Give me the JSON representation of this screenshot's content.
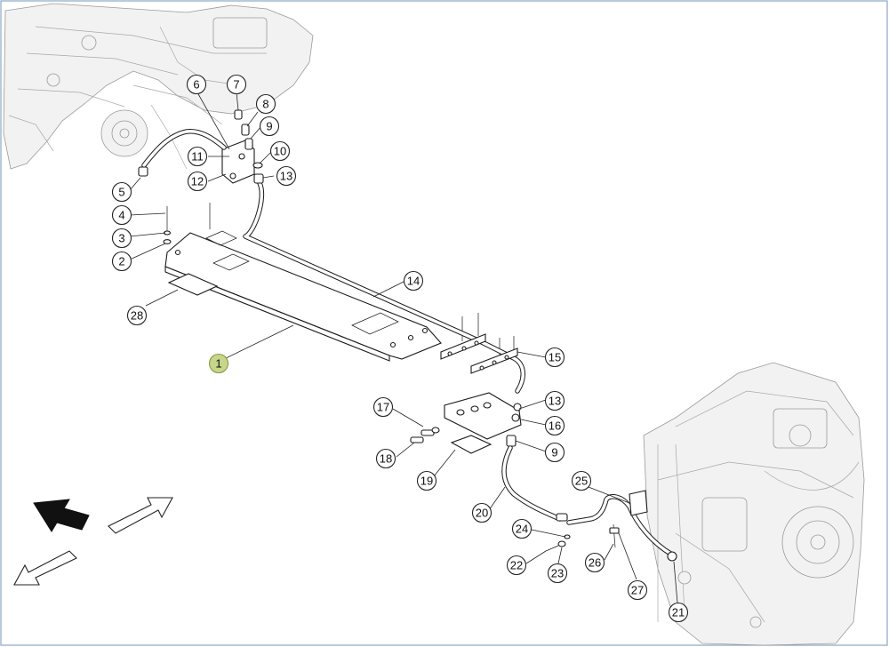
{
  "callouts": [
    {
      "label": "1",
      "highlight": true
    },
    {
      "label": "2"
    },
    {
      "label": "3"
    },
    {
      "label": "4"
    },
    {
      "label": "5"
    },
    {
      "label": "6"
    },
    {
      "label": "7"
    },
    {
      "label": "8"
    },
    {
      "label": "9"
    },
    {
      "label": "10"
    },
    {
      "label": "11"
    },
    {
      "label": "12"
    },
    {
      "label": "13"
    },
    {
      "label": "14"
    },
    {
      "label": "15"
    },
    {
      "label": "13"
    },
    {
      "label": "16"
    },
    {
      "label": "9"
    },
    {
      "label": "17"
    },
    {
      "label": "18"
    },
    {
      "label": "19"
    },
    {
      "label": "20"
    },
    {
      "label": "21"
    },
    {
      "label": "22"
    },
    {
      "label": "23"
    },
    {
      "label": "24"
    },
    {
      "label": "25"
    },
    {
      "label": "26"
    },
    {
      "label": "27"
    },
    {
      "label": "28"
    }
  ],
  "colors": {
    "highlight_fill": "#c6d68a",
    "frame": "#8aa6c8",
    "ink": "#1a1a1a"
  },
  "icons": [
    "arrow-front-icon",
    "arrow-up-right-icon",
    "arrow-down-left-icon"
  ]
}
